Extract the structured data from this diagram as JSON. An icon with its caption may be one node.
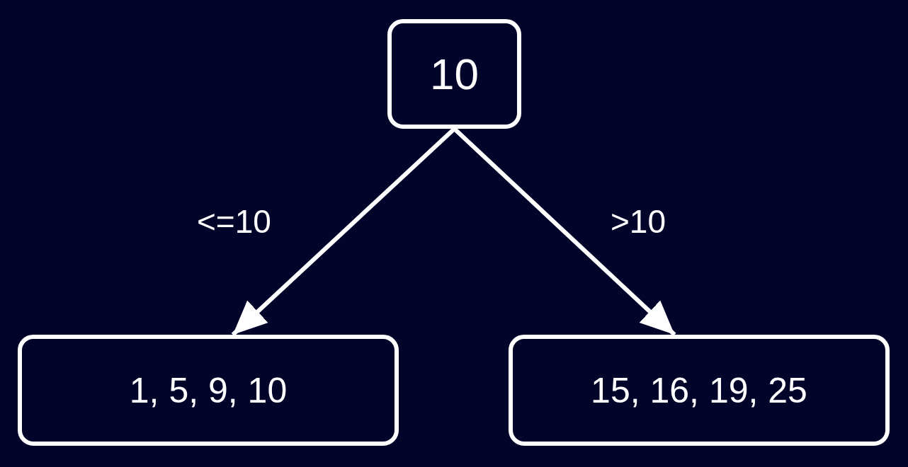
{
  "diagram": {
    "nodes": [
      {
        "text": [
          "10"
        ]
      },
      {
        "text": [
          "1, 5, 9, 10"
        ]
      },
      {
        "text": [
          "15, 16, 19, 25"
        ]
      }
    ],
    "edges": [
      {
        "from": 0,
        "to": 1,
        "arrow": "to",
        "label": "<=10"
      },
      {
        "from": 0,
        "to": 2,
        "arrow": "to",
        "label": ">10"
      }
    ]
  }
}
